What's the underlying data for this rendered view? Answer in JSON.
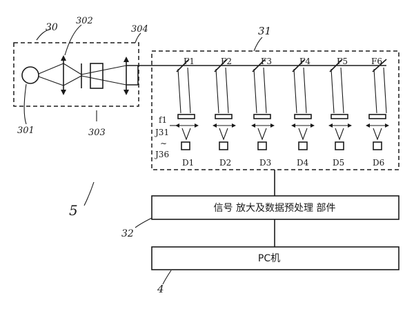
{
  "source_module": {
    "callout": "30",
    "lens_callout": "302",
    "boundary_callout": "304",
    "lamp_callout": "301",
    "modulator_callout": "303"
  },
  "detection_module": {
    "callout": "31",
    "filters": [
      "F1",
      "F2",
      "F3",
      "F4",
      "F5",
      "F6"
    ],
    "detectors": [
      "D1",
      "D2",
      "D3",
      "D4",
      "D5",
      "D6"
    ],
    "focal_label": "f1",
    "lens_range_start": "J31",
    "lens_range_sep": "∼",
    "lens_range_end": "J36"
  },
  "system_callout": "5",
  "signal_unit": {
    "callout": "32",
    "label": "信号 放大及数据预处理 部件"
  },
  "computer": {
    "callout": "4",
    "label": "PC机"
  }
}
